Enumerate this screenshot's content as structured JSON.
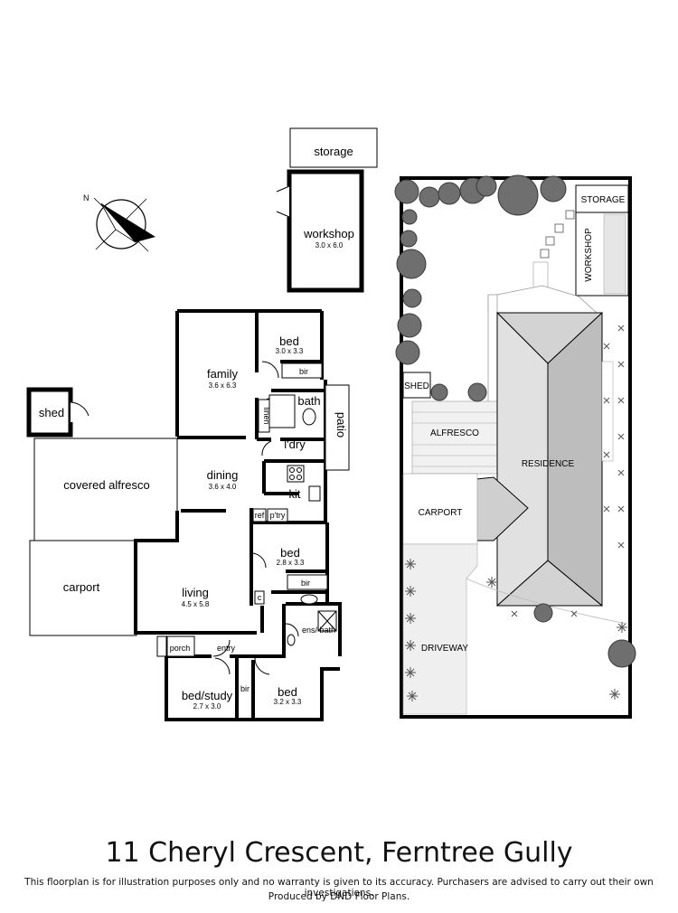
{
  "title": "11 Cheryl Crescent, Ferntree Gully",
  "disclaimer": "This floorplan is for illustration purposes only and no warranty is given to its accuracy. Purchasers are advised to carry out their own investigations.",
  "producer": "Produced by DND Floor Plans.",
  "compass": {
    "north_label": "N"
  },
  "floor_plan": {
    "storage": "storage",
    "workshop": {
      "label": "workshop",
      "dim": "3.0 x 6.0"
    },
    "shed": "shed",
    "covered_alfresco": "covered alfresco",
    "carport": "carport",
    "family": {
      "label": "family",
      "dim": "3.6 x 6.3"
    },
    "bed1": {
      "label": "bed",
      "dim": "3.0 x 3.3"
    },
    "bir1": "bir",
    "bath": "bath",
    "linen": "linen",
    "patio": "patio",
    "laundry": "l'dry",
    "dining": {
      "label": "dining",
      "dim": "3.6 x 4.0"
    },
    "kit": "kit",
    "ref": "ref",
    "pantry": "p'try",
    "bed2": {
      "label": "bed",
      "dim": "2.8 x 3.3"
    },
    "bir2": "bir",
    "living": {
      "label": "living",
      "dim": "4.5 x 5.8"
    },
    "c": "c",
    "ensuite": "ens/ bath",
    "porch": "porch",
    "entry": "entry",
    "bed_study": {
      "label": "bed/study",
      "dim": "2.7 x 3.0"
    },
    "bir3": "bir",
    "bed3": {
      "label": "bed",
      "dim": "3.2 x 3.3"
    }
  },
  "site_plan": {
    "storage": "STORAGE",
    "workshop": "WORKSHOP",
    "shed": "SHED",
    "alfresco": "ALFRESCO",
    "residence": "RESIDENCE",
    "carport": "CARPORT",
    "driveway": "DRIVEWAY"
  }
}
